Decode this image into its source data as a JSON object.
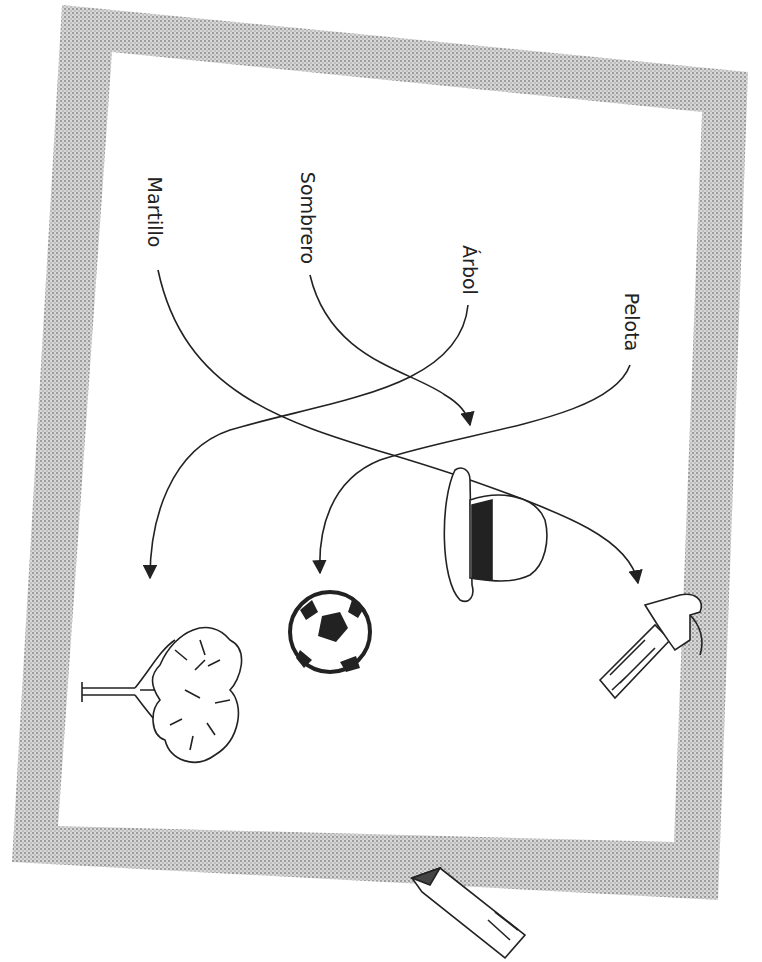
{
  "diagram": {
    "labels": [
      "Pelota",
      "Árbol",
      "Sombrero",
      "Martillo"
    ]
  }
}
